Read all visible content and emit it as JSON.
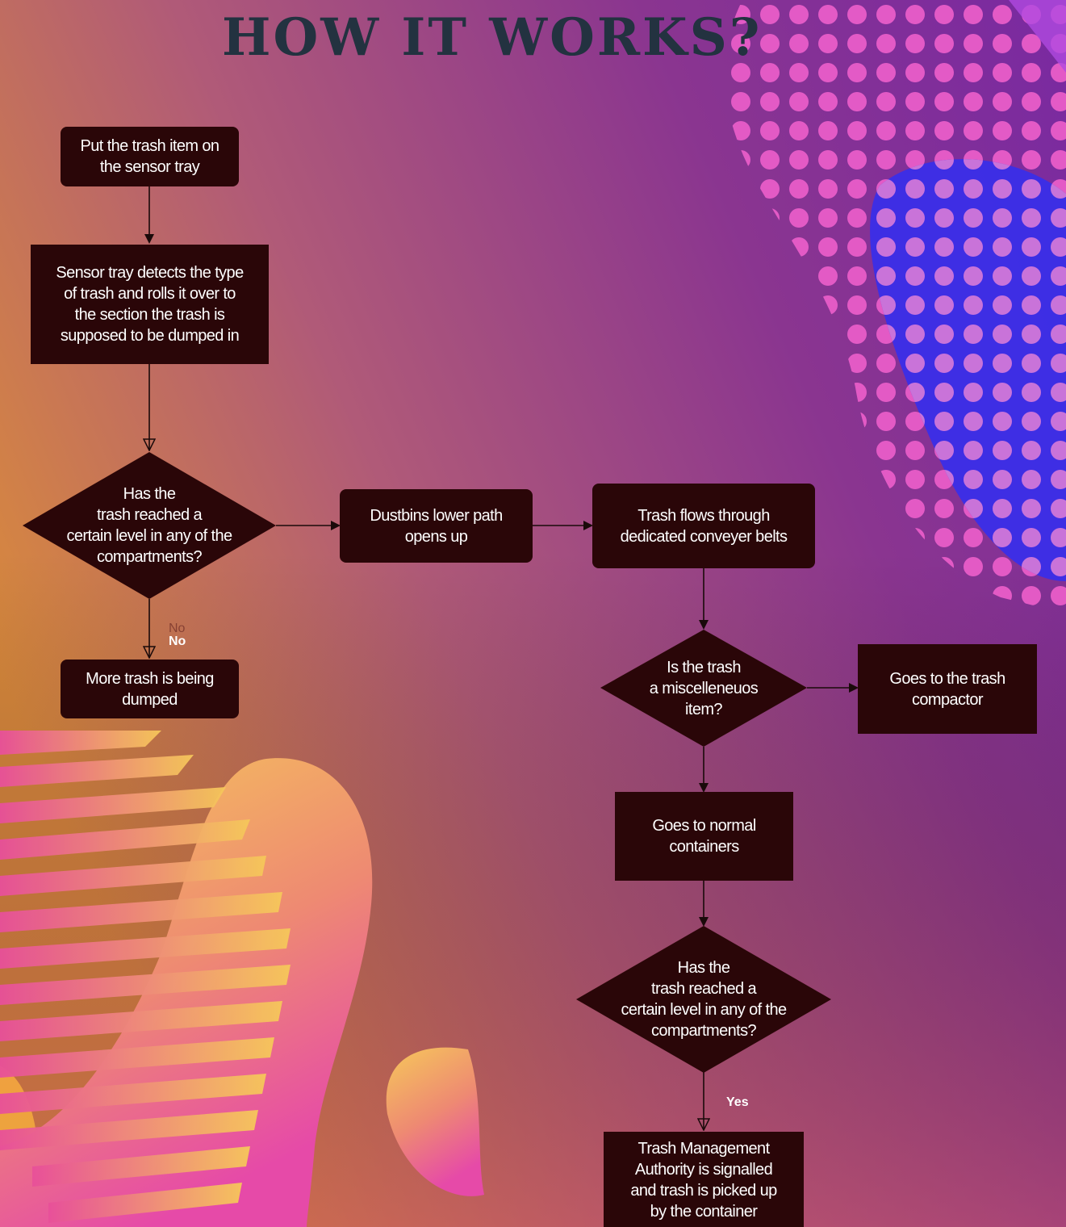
{
  "title": "HOW IT WORKS?",
  "colors": {
    "node_fill": "#2a0608",
    "node_text": "#ffffff",
    "title": "#233240",
    "connector": "#1a0a0a"
  },
  "nodes": {
    "put_trash": "Put the trash item on\nthe sensor tray",
    "sensor_detects": "Sensor tray detects the type\nof trash and rolls it over to\nthe section the trash is\nsupposed to be dumped in",
    "level_check_1": "Has the\ntrash reached a\ncertain level in any of the\ncompartments?",
    "dustbins_lower": "Dustbins lower path\nopens up",
    "conveyor": "Trash flows through\ndedicated conveyer belts",
    "more_trash": "More trash is being\ndumped",
    "misc_check": "Is the trash\na miscelleneuos\nitem?",
    "compactor": "Goes to the trash\ncompactor",
    "normal_containers": "Goes to normal\ncontainers",
    "level_check_2": "Has the\ntrash reached a\ncertain level in any of the\ncompartments?",
    "authority": "Trash Management\nAuthority is signalled\nand trash is picked up\nby the container"
  },
  "edge_labels": {
    "no": "No",
    "yes": "Yes"
  }
}
